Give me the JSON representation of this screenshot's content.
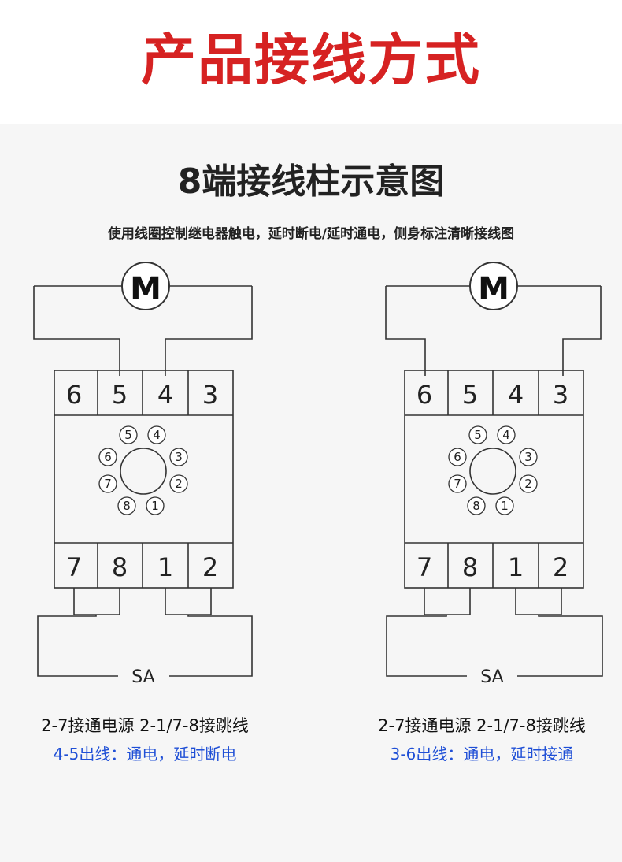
{
  "title": "产品接线方式",
  "subtitle": "8端接线柱示意图",
  "description": "使用线圈控制继电器触电，延时断电/延时通电，侧身标注清晰接线图",
  "colors": {
    "title": "#d62222",
    "caption_blue": "#1f4fd6"
  },
  "diagrams": [
    {
      "motor_label": "M",
      "top_terminals": [
        "6",
        "5",
        "4",
        "3"
      ],
      "bottom_terminals": [
        "7",
        "8",
        "1",
        "2"
      ],
      "pins": [
        "1",
        "2",
        "3",
        "4",
        "5",
        "6",
        "7",
        "8"
      ],
      "switch_label": "SA",
      "caption_line1": "2-7接通电源 2-1/7-8接跳线",
      "caption_line2": "4-5出线：通电，延时断电"
    },
    {
      "motor_label": "M",
      "top_terminals": [
        "6",
        "5",
        "4",
        "3"
      ],
      "bottom_terminals": [
        "7",
        "8",
        "1",
        "2"
      ],
      "pins": [
        "1",
        "2",
        "3",
        "4",
        "5",
        "6",
        "7",
        "8"
      ],
      "switch_label": "SA",
      "caption_line1": "2-7接通电源 2-1/7-8接跳线",
      "caption_line2": "3-6出线：通电，延时接通"
    }
  ]
}
